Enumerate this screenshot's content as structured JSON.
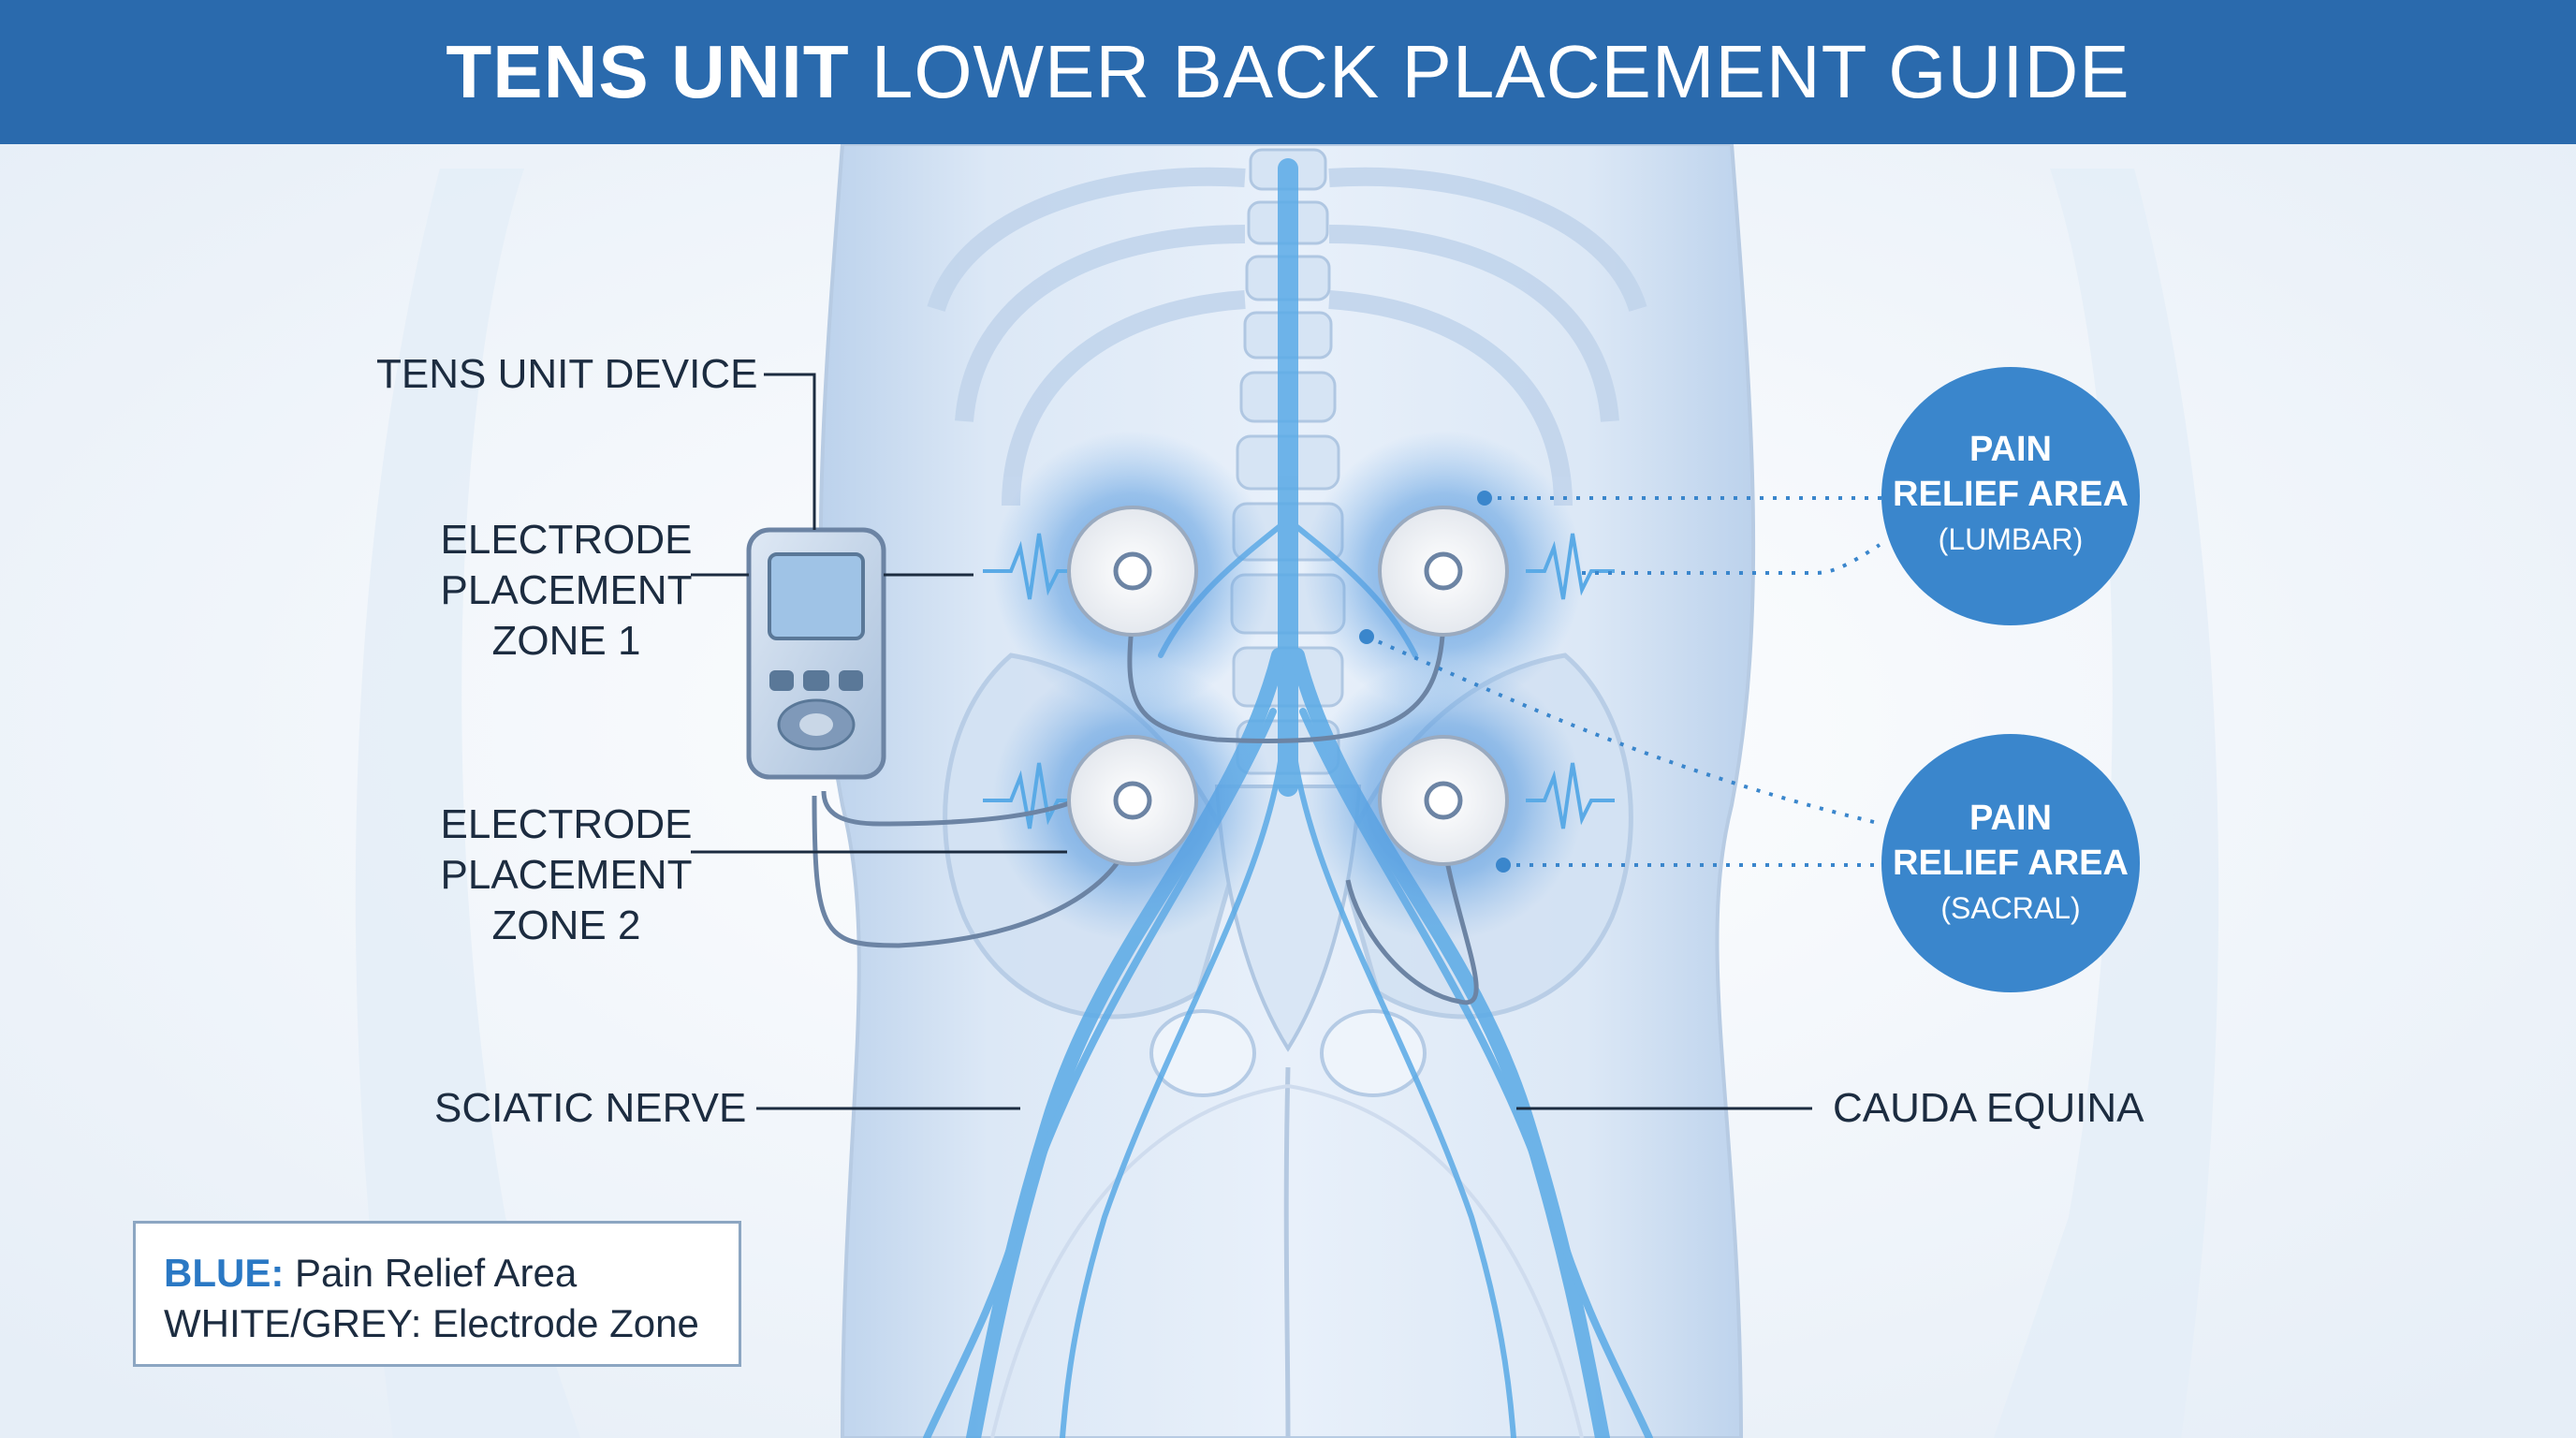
{
  "title": {
    "bold": "TENS UNIT",
    "rest": "LOWER BACK PLACEMENT GUIDE"
  },
  "labels": {
    "device": "TENS UNIT DEVICE",
    "zone1": [
      "ELECTRODE",
      "PLACEMENT",
      "ZONE 1"
    ],
    "zone2": [
      "ELECTRODE",
      "PLACEMENT",
      "ZONE 2"
    ],
    "sciatic": "SCIATIC NERVE",
    "cauda": "CAUDA EQUINA"
  },
  "relief_areas": [
    {
      "line1": "PAIN",
      "line2": "RELIEF AREA",
      "sub": "(LUMBAR)"
    },
    {
      "line1": "PAIN",
      "line2": "RELIEF AREA",
      "sub": "(SACRAL)"
    }
  ],
  "legend": {
    "blue_key": "BLUE:",
    "blue_value": "Pain Relief Area",
    "white_key_value": "WHITE/GREY: Electrode Zone"
  },
  "colors": {
    "title_bar": "#2a6aad",
    "relief_circle": "#3a86cc",
    "nerve": "#5aaae6",
    "leader_line": "#1c2c40"
  }
}
